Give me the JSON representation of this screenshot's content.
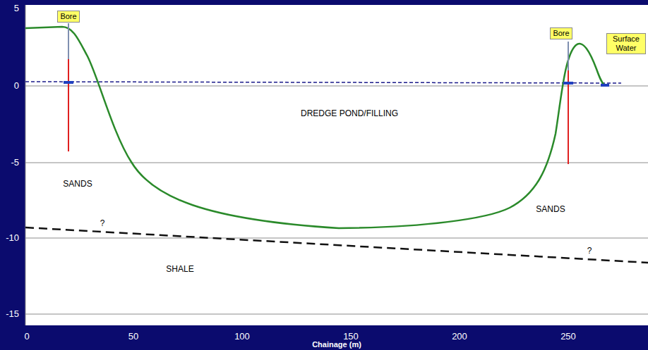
{
  "diagram": {
    "nodes": [
      {
        "text": [
          "Bore"
        ]
      },
      {
        "text": [
          "Bore"
        ]
      },
      {
        "text": [
          "Surface Water"
        ]
      }
    ],
    "labels": [
      "5",
      "0",
      "-5",
      "-10",
      "-15",
      "0",
      "50",
      "100",
      "150",
      "200",
      "250",
      "Chainage (m)",
      "DREDGE POND/FILLING",
      "SANDS",
      "SANDS",
      "SHALE",
      "?",
      "?"
    ]
  }
}
